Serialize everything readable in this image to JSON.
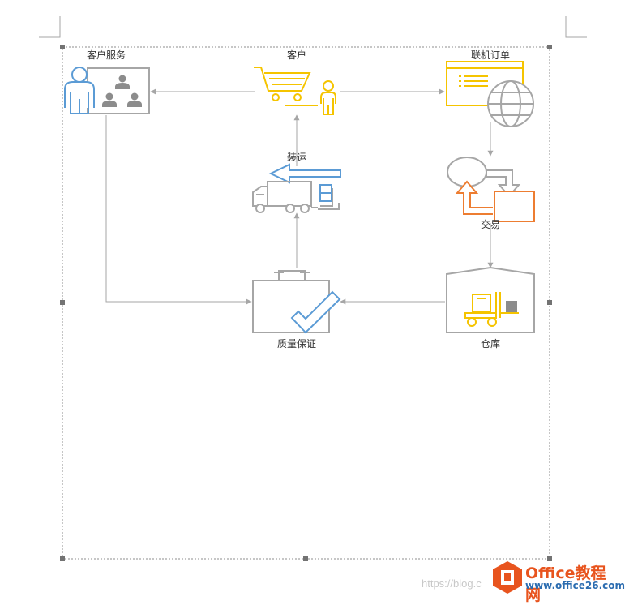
{
  "diagram": {
    "nodes": {
      "customer_service": {
        "label": "客户服务"
      },
      "customer": {
        "label": "客户"
      },
      "online_order": {
        "label": "联机订单"
      },
      "shipping": {
        "label": "装运"
      },
      "transaction": {
        "label": "交易"
      },
      "quality_assurance": {
        "label": "质量保证"
      },
      "warehouse": {
        "label": "仓库"
      }
    },
    "edges": [
      {
        "from": "customer",
        "to": "customer_service"
      },
      {
        "from": "customer",
        "to": "online_order"
      },
      {
        "from": "online_order",
        "to": "transaction"
      },
      {
        "from": "transaction",
        "to": "warehouse"
      },
      {
        "from": "warehouse",
        "to": "quality_assurance"
      },
      {
        "from": "customer_service",
        "to": "quality_assurance"
      },
      {
        "from": "quality_assurance",
        "to": "shipping"
      },
      {
        "from": "shipping",
        "to": "customer"
      }
    ]
  },
  "colors": {
    "blue": "#5b9bd5",
    "yellow": "#f5c400",
    "orange": "#ed7d31",
    "gray": "#a6a6a6",
    "dark_gray": "#8c8c8c"
  },
  "watermark": {
    "text": "https://blog.c",
    "brand": "Office教程网",
    "url": "www.office26.com"
  }
}
